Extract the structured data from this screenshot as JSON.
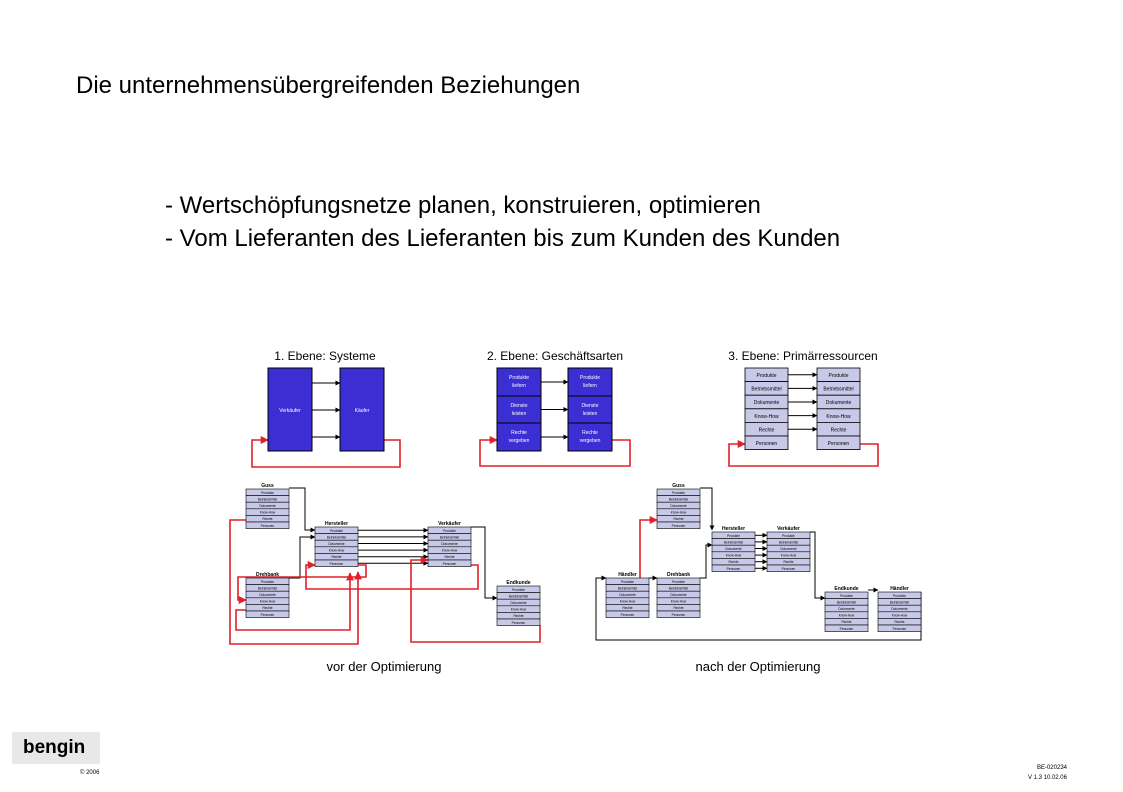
{
  "page": {
    "title": "Die unternehmensübergreifenden Beziehungen",
    "bullets": [
      "- Wertschöpfungsnetze planen, konstruieren, optimieren",
      "- Vom Lieferanten des Lieferanten bis zum Kunden des Kunden"
    ]
  },
  "diagram": {
    "levels": [
      {
        "title": "1. Ebene: Systeme",
        "left": [
          "Verkäufer"
        ],
        "right": [
          "Käufer"
        ]
      },
      {
        "title": "2. Ebene: Geschäftsarten",
        "left": [
          "Produkte liefern",
          "Dienste leisten",
          "Rechte vergeben"
        ],
        "right": [
          "Produkte liefern",
          "Dienste leisten",
          "Rechte vergeben"
        ]
      },
      {
        "title": "3. Ebene: Primärressourcen",
        "left": [
          "Produkte",
          "Betriebsmittel",
          "Dokumente",
          "Know-How",
          "Rechte",
          "Personen"
        ],
        "right": [
          "Produkte",
          "Betriebsmittel",
          "Dokumente",
          "Know-How",
          "Rechte",
          "Personen"
        ]
      }
    ],
    "networks": [
      {
        "caption": "vor der Optimierung",
        "nodes": [
          {
            "name": "Guss",
            "rows": [
              "Produkte",
              "Betriebsmittel",
              "Dokumente",
              "Know-How",
              "Rechte",
              "Personen"
            ]
          },
          {
            "name": "Drehbank",
            "rows": [
              "Produkte",
              "Betriebsmittel",
              "Dokumente",
              "Know-How",
              "Rechte",
              "Personen"
            ]
          },
          {
            "name": "Hersteller",
            "rows": [
              "Produkte",
              "Betriebsmittel",
              "Dokumente",
              "Know-How",
              "Rechte",
              "Personen"
            ]
          },
          {
            "name": "Verkäufer",
            "rows": [
              "Produkte",
              "Betriebsmittel",
              "Dokumente",
              "Know-How",
              "Rechte",
              "Personen"
            ]
          },
          {
            "name": "Endkunde",
            "rows": [
              "Produkte",
              "Betriebsmittel",
              "Dokumente",
              "Know-How",
              "Rechte",
              "Personen"
            ]
          }
        ]
      },
      {
        "caption": "nach der Optimierung",
        "nodes": [
          {
            "name": "Guss",
            "rows": [
              "Produkte",
              "Betriebsmittel",
              "Dokumente",
              "Know-How",
              "Rechte",
              "Personen"
            ]
          },
          {
            "name": "Händler",
            "rows": [
              "Produkte",
              "Betriebsmittel",
              "Dokumente",
              "Know-How",
              "Rechte",
              "Personen"
            ]
          },
          {
            "name": "Drehbank",
            "rows": [
              "Produkte",
              "Betriebsmittel",
              "Dokumente",
              "Know-How",
              "Rechte",
              "Personen"
            ]
          },
          {
            "name": "Hersteller",
            "rows": [
              "Produkte",
              "Betriebsmittel",
              "Dokumente",
              "Know-How",
              "Rechte",
              "Personen"
            ]
          },
          {
            "name": "Verkäufer",
            "rows": [
              "Produkte",
              "Betriebsmittel",
              "Dokumente",
              "Know-How",
              "Rechte",
              "Personen"
            ]
          },
          {
            "name": "Endkunde",
            "rows": [
              "Produkte",
              "Betriebsmittel",
              "Dokumente",
              "Know-How",
              "Rechte",
              "Personen"
            ]
          },
          {
            "name": "Händler",
            "rows": [
              "Produkte",
              "Betriebsmittel",
              "Dokumente",
              "Know-How",
              "Rechte",
              "Personen"
            ]
          }
        ]
      }
    ]
  },
  "footer": {
    "logo": "bengin",
    "copyright": "© 2006",
    "ref_code": "BE-020234",
    "version": "V 1.3 10.02.06"
  },
  "colors": {
    "system_box": "#3b2fd4",
    "resource_box": "#c8c8e8",
    "feedback_line": "#e0202a",
    "flow_line": "#000000"
  }
}
